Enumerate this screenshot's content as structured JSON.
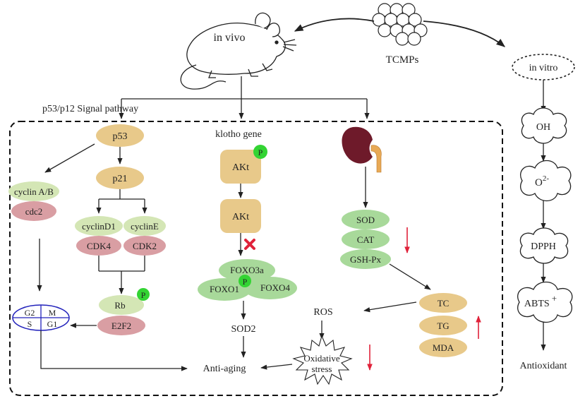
{
  "sources": {
    "tcmps": "TCMPs",
    "in_vivo": "in vivo",
    "in_vitro": "in vitro"
  },
  "pathways": {
    "p53_title": "p53/p12 Signal pathway",
    "klotho_title": "klotho gene"
  },
  "p53_branch": {
    "p53": "p53",
    "p21": "p21",
    "cyclin_ab": "cyclin A/B",
    "cdc2": "cdc2",
    "cyclin_d1": "cyclinD1",
    "cyclin_e": "cyclinE",
    "cdk4": "CDK4",
    "cdk2": "CDK2",
    "rb": "Rb",
    "e2f2": "E2F2",
    "phospho": "P",
    "cell_cycle": {
      "g2": "G2",
      "m": "M",
      "s": "S",
      "g1": "G1"
    }
  },
  "klotho_branch": {
    "akt_top": "AKt",
    "akt_bottom": "AKt",
    "phospho": "P",
    "foxo3a": "FOXO3a",
    "foxo1": "FOXO1",
    "foxo4": "FOXO4",
    "foxo_phospho": "P",
    "sod2": "SOD2"
  },
  "kidney_branch": {
    "sod": "SOD",
    "cat": "CAT",
    "gsh_px": "GSH-Px",
    "tc": "TC",
    "tg": "TG",
    "mda": "MDA",
    "ros": "ROS",
    "oxidative_stress_1": "Oxidative",
    "oxidative_stress_2": "stress"
  },
  "outcome": {
    "anti_aging": "Anti-aging"
  },
  "in_vitro_chain": {
    "oh": "OH",
    "o2": "O",
    "o2_sup": "2-",
    "dpph": "DPPH",
    "abts": "ABTS",
    "abts_sup": "+",
    "antioxidant": "Antioxidant"
  },
  "colors": {
    "tan": "#e8c98a",
    "green_light": "#d4e6b5",
    "green_node": "#a8d99a",
    "pink": "#d99ea3",
    "phospho_green": "#33d433",
    "inhibit_red": "#e0223a",
    "arrow_red": "#e0223a",
    "kidney": "#6e1a2a",
    "kidney_tube": "#e8a955",
    "cell_cycle_blue": "#2222bb"
  }
}
